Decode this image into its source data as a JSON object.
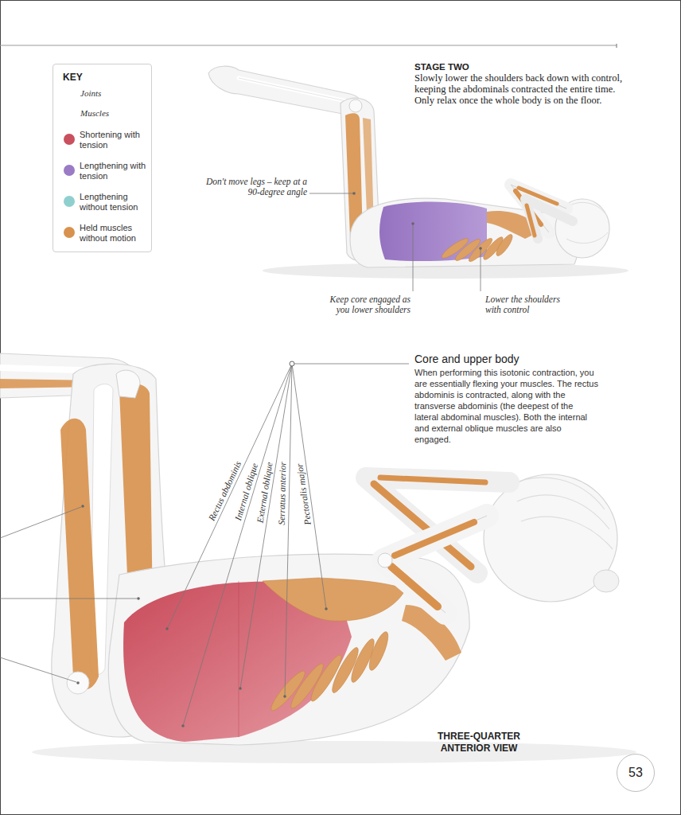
{
  "diagram": {
    "nodes": [
      {
        "text": [
          "53"
        ]
      }
    ],
    "labels": [
      "STAGE TWO",
      "Slowly lower the shoulders back down with control, keeping the abdominals contracted the entire time. Only relax once the whole body is on the floor.",
      "Don't move legs – keep at a 90-degree angle",
      "Keep core engaged as you lower shoulders",
      "Lower the shoulders with control",
      "Core and upper body",
      "When performing this isotonic contraction, you are essentially flexing your muscles. The rectus abdominis is contracted, along with the transverse abdominis (the deepest of the lateral abdominal muscles). Both the internal and external oblique muscles are also engaged.",
      "Rectus abdominis",
      "Internal oblique",
      "External oblique",
      "Serratus anterior",
      "Pectoralis major",
      "THREE-QUARTER ANTERIOR VIEW",
      "KEY"
    ],
    "legend": [
      {
        "text": "Joints"
      },
      {
        "text": "Muscles"
      },
      {
        "text": "Shortening with tension",
        "color": "#c9505e"
      },
      {
        "text": "Lengthening with tension",
        "color": "#9a7bc4"
      },
      {
        "text": "Lengthening without tension",
        "color": "#8fd0cf"
      },
      {
        "text": "Held muscles without motion",
        "color": "#d8924e"
      }
    ]
  }
}
